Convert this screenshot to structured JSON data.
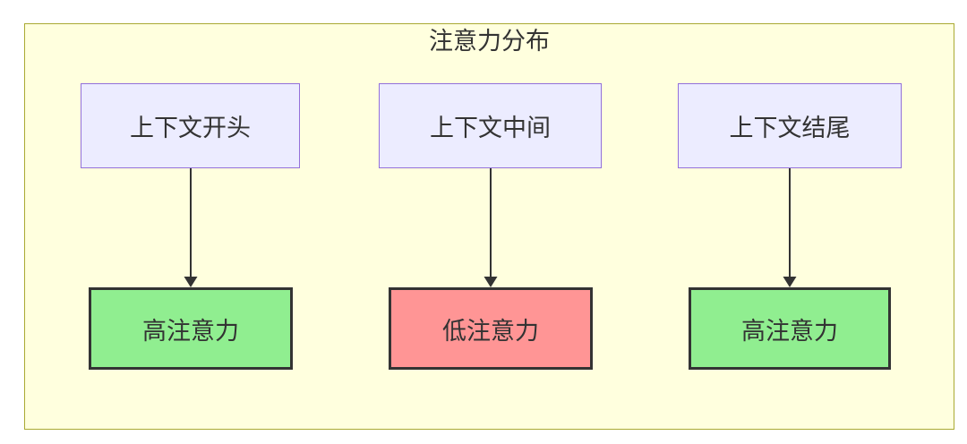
{
  "diagram": {
    "title": "注意力分布",
    "top_nodes": [
      {
        "label": "上下文开头"
      },
      {
        "label": "上下文中间"
      },
      {
        "label": "上下文结尾"
      }
    ],
    "bottom_nodes": [
      {
        "label": "高注意力",
        "level": "high"
      },
      {
        "label": "低注意力",
        "level": "low"
      },
      {
        "label": "高注意力",
        "level": "high"
      }
    ],
    "edges": [
      {
        "from": "上下文开头",
        "to": "高注意力"
      },
      {
        "from": "上下文中间",
        "to": "低注意力"
      },
      {
        "from": "上下文结尾",
        "to": "高注意力"
      }
    ]
  },
  "colors": {
    "canvas-bg": "#ffffff",
    "container-fill": "#ffffde",
    "container-border": "#aaaa33",
    "node-fill": "#ececff",
    "node-border": "#9370db",
    "high-fill": "#90ee90",
    "low-fill": "#ff9595",
    "emphasis-border": "#333333",
    "arrow": "#333333",
    "text": "#333333"
  }
}
